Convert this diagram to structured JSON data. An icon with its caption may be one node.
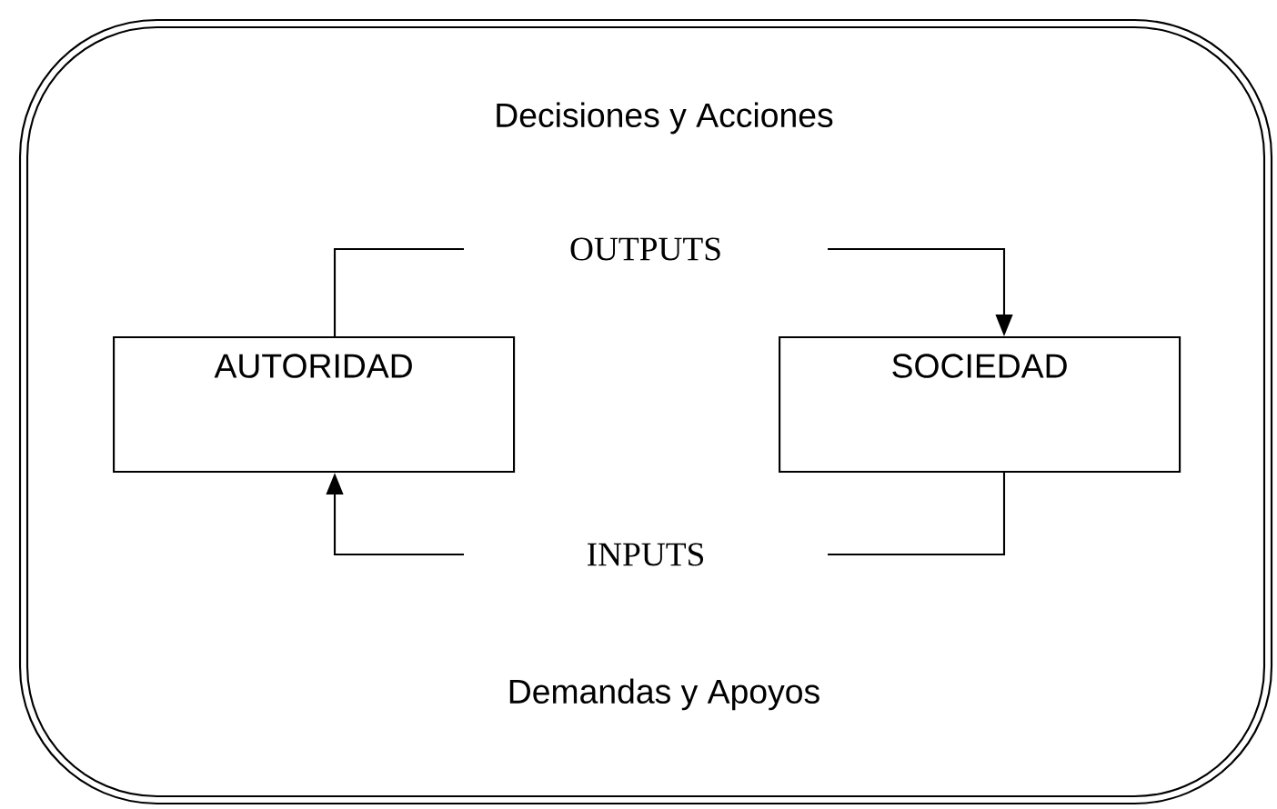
{
  "diagram": {
    "nodes": [
      {
        "text": [
          "Decisiones y Acciones",
          "Demandas y Apoyos"
        ]
      },
      {
        "text": [
          "AUTORIDAD"
        ],
        "in": 0
      },
      {
        "text": [
          "SOCIEDAD"
        ],
        "in": 0
      }
    ],
    "edges": [
      {
        "from": 1,
        "to": 2,
        "arrow": "to",
        "label": "OUTPUTS"
      },
      {
        "from": 2,
        "to": 1,
        "arrow": "to",
        "label": "INPUTS"
      }
    ]
  }
}
